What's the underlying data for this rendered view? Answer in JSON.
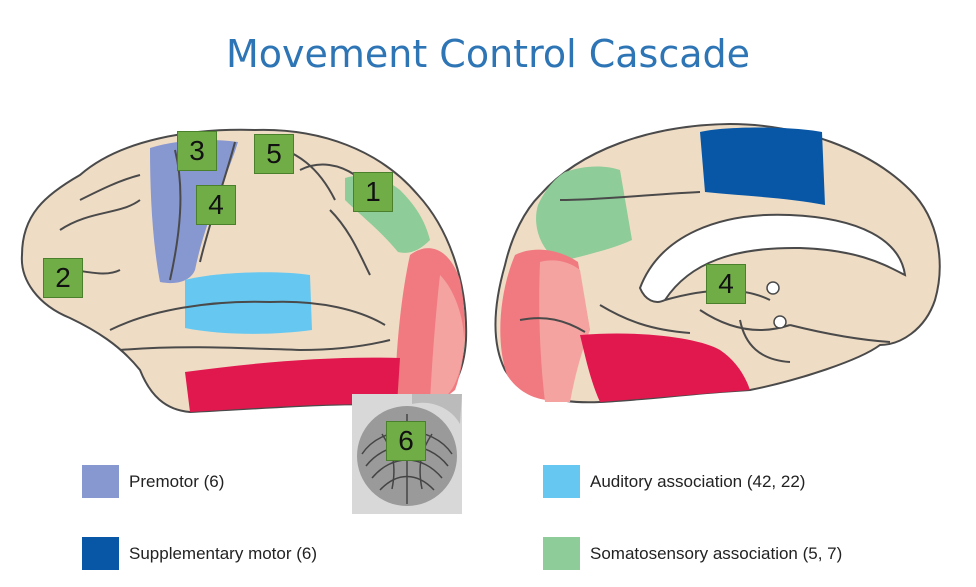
{
  "title": "Movement Control Cascade",
  "region_labels": {
    "l1": "1",
    "l2": "2",
    "l3": "3",
    "l4_lateral": "4",
    "l5": "5",
    "l4_medial": "4",
    "l6": "6"
  },
  "legend": [
    {
      "label": "Premotor (6)",
      "color": "#8797D0"
    },
    {
      "label": "Supplementary motor (6)",
      "color": "#0757A6"
    },
    {
      "label": "Auditory association (42, 22)",
      "color": "#66C8F0"
    },
    {
      "label": "Somatosensory association (5, 7)",
      "color": "#8ECC99"
    }
  ],
  "colors": {
    "brain": "#EFDCC5",
    "outline": "#4a4a4a",
    "red": "#E0184E",
    "salmon": "#F07A80",
    "pink": "#F5A3A0",
    "label_box": "#70AD47"
  }
}
